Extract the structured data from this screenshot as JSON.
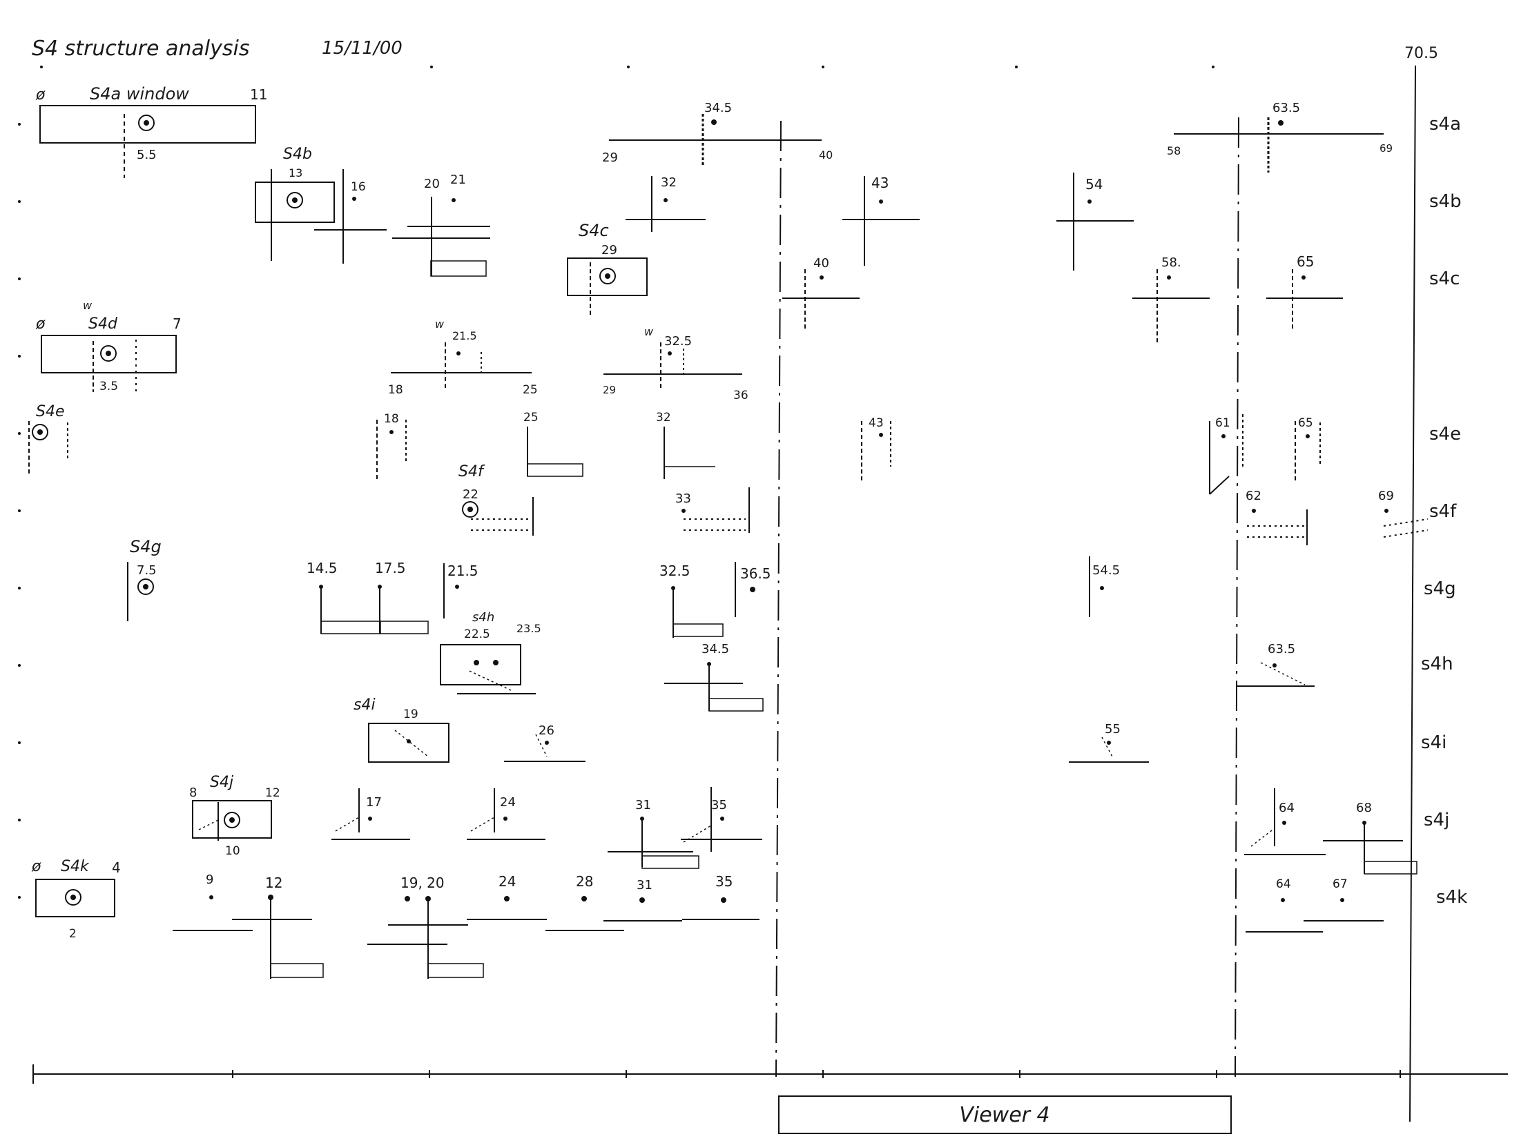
{
  "header": {
    "title": "S4 structure analysis",
    "date": "15/11/00"
  },
  "end_marker": "70.5",
  "footer_label": "Viewer 4",
  "rows": [
    {
      "label": "s4a",
      "items": [
        {
          "kind": "box",
          "left_value": "ø",
          "name": "S4a window",
          "right_value": "11",
          "sub": "5.5"
        },
        {
          "kind": "cross",
          "value": "34.5",
          "left": "29",
          "right": "40"
        },
        {
          "kind": "cross",
          "value": "63.5",
          "left": "58",
          "right": "69"
        }
      ]
    },
    {
      "label": "s4b",
      "items": [
        {
          "kind": "box",
          "name": "S4b",
          "value": "13"
        },
        {
          "kind": "event",
          "value": "16"
        },
        {
          "kind": "event",
          "value": "20"
        },
        {
          "kind": "event",
          "value": "21"
        },
        {
          "kind": "event",
          "value": "32"
        },
        {
          "kind": "event",
          "value": "43"
        },
        {
          "kind": "event",
          "value": "54"
        }
      ]
    },
    {
      "label": "s4c",
      "items": [
        {
          "kind": "box",
          "name": "S4c",
          "value": "29"
        },
        {
          "kind": "event",
          "value": "40"
        },
        {
          "kind": "event",
          "value": "58."
        },
        {
          "kind": "event",
          "value": "65"
        }
      ]
    },
    {
      "label": "s4d",
      "items": [
        {
          "kind": "box",
          "left_value": "ø",
          "name": "S4d",
          "right_value": "7",
          "sub": "3.5",
          "mark": "w"
        },
        {
          "kind": "cross",
          "value": "21.5",
          "left": "18",
          "right": "25",
          "mark": "w"
        },
        {
          "kind": "cross",
          "value": "32.5",
          "left": "29",
          "right": "36",
          "mark": "w"
        }
      ]
    },
    {
      "label": "s4e",
      "items": [
        {
          "kind": "event",
          "name": "S4e"
        },
        {
          "kind": "event",
          "value": "18"
        },
        {
          "kind": "event",
          "value": "25"
        },
        {
          "kind": "event",
          "value": "32"
        },
        {
          "kind": "event",
          "value": "43"
        },
        {
          "kind": "event",
          "value": "61"
        },
        {
          "kind": "event",
          "value": "65"
        }
      ]
    },
    {
      "label": "s4f",
      "items": [
        {
          "kind": "event",
          "name": "S4f",
          "value": "22"
        },
        {
          "kind": "event",
          "value": "33"
        },
        {
          "kind": "event",
          "value": "62"
        },
        {
          "kind": "event",
          "value": "69"
        }
      ]
    },
    {
      "label": "s4g",
      "items": [
        {
          "kind": "event",
          "name": "S4g",
          "value": "7.5"
        },
        {
          "kind": "event",
          "value": "14.5"
        },
        {
          "kind": "event",
          "value": "17.5"
        },
        {
          "kind": "event",
          "value": "21.5"
        },
        {
          "kind": "event",
          "value": "32.5"
        },
        {
          "kind": "event",
          "value": "36.5"
        },
        {
          "kind": "event",
          "value": "54.5"
        }
      ]
    },
    {
      "label": "s4h",
      "items": [
        {
          "kind": "box",
          "name": "s4h",
          "value": "22.5",
          "right_value": "23.5"
        },
        {
          "kind": "event",
          "value": "34.5"
        },
        {
          "kind": "event",
          "value": "63.5"
        }
      ]
    },
    {
      "label": "s4i",
      "items": [
        {
          "kind": "box",
          "name": "s4i",
          "value": "19"
        },
        {
          "kind": "event",
          "value": "26"
        },
        {
          "kind": "event",
          "value": "55"
        }
      ]
    },
    {
      "label": "s4j",
      "items": [
        {
          "kind": "box",
          "left_value": "8",
          "name": "S4j",
          "right_value": "12",
          "sub": "10"
        },
        {
          "kind": "event",
          "value": "17"
        },
        {
          "kind": "event",
          "value": "24"
        },
        {
          "kind": "event",
          "value": "31"
        },
        {
          "kind": "event",
          "value": "35"
        },
        {
          "kind": "event",
          "value": "64"
        },
        {
          "kind": "event",
          "value": "68"
        }
      ]
    },
    {
      "label": "s4k",
      "items": [
        {
          "kind": "box",
          "left_value": "ø",
          "name": "S4k",
          "right_value": "4",
          "sub": "2"
        },
        {
          "kind": "event",
          "value": "9"
        },
        {
          "kind": "event",
          "value": "12"
        },
        {
          "kind": "event",
          "value": "19, 20"
        },
        {
          "kind": "event",
          "value": "24"
        },
        {
          "kind": "event",
          "value": "28"
        },
        {
          "kind": "event",
          "value": "31"
        },
        {
          "kind": "event",
          "value": "35"
        },
        {
          "kind": "event",
          "value": "64"
        },
        {
          "kind": "event",
          "value": "67"
        }
      ]
    }
  ]
}
